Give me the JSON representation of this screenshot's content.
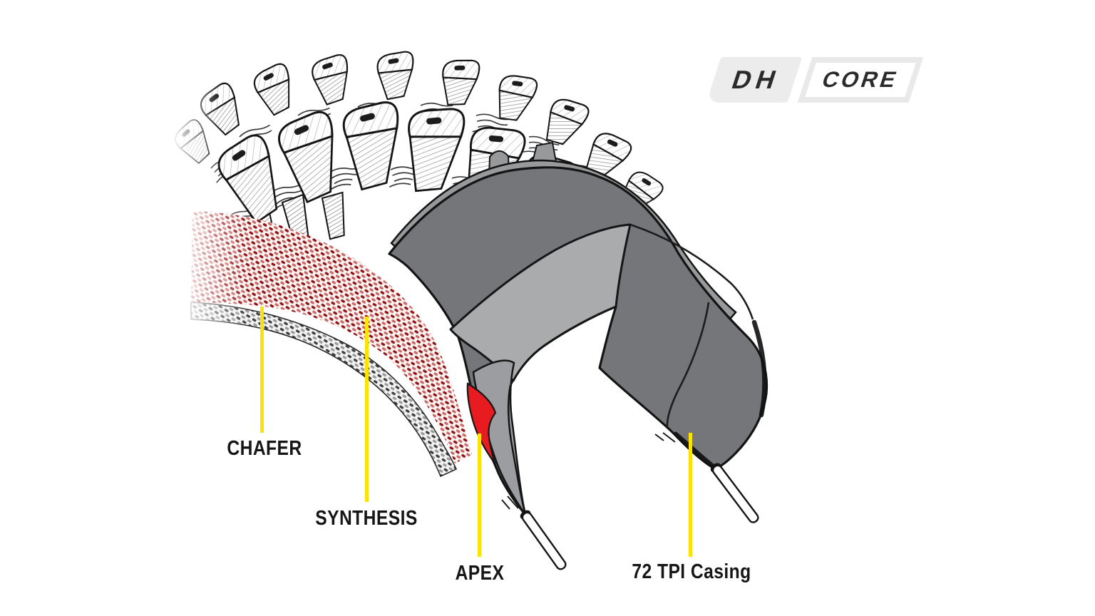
{
  "diagram": {
    "subject": "mountain-bike tire construction cutaway",
    "labels": {
      "chafer": "CHAFER",
      "synthesis": "SYNTHESIS",
      "apex": "APEX",
      "casing": "72 TPI Casing"
    },
    "logo": {
      "dh": "DH",
      "core": "CORE"
    },
    "colors": {
      "background": "#ffffff",
      "callout_line": "#fde300",
      "label_text": "#161616",
      "casing_dark_gray": "#747679",
      "casing_light_gray": "#a9abad",
      "tread_cut_gray": "#98999b",
      "sidewall_gray": "#9b9da0",
      "apex_red": "#e81c20",
      "weave_dark_red": "#8e1315",
      "weave_light_red": "#c66a6b",
      "weave_dark_gray": "#3f3f3f",
      "outline_black": "#141414",
      "logo_plate_gray": "#ececec",
      "logo_border_gray": "#e9e9e9",
      "logo_text": "#2b2b2b"
    }
  }
}
